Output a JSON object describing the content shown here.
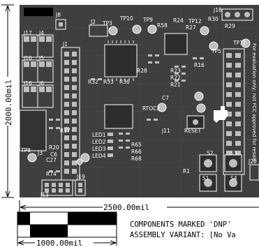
{
  "board": {
    "colors": {
      "substrate": "#3f3f3f",
      "silkscreen": "#ffffff",
      "pad": "#bfbfbf",
      "dimension": "#000000"
    },
    "labels": [
      {
        "id": "J8",
        "text": "J8"
      },
      {
        "id": "J2",
        "text": "J2"
      },
      {
        "id": "TP3",
        "text": "TP3"
      },
      {
        "id": "TP10",
        "text": "TP10"
      },
      {
        "id": "TP9",
        "text": "TP9"
      },
      {
        "id": "R58",
        "text": "R58"
      },
      {
        "id": "R24",
        "text": "R24"
      },
      {
        "id": "TP12",
        "text": "TP12"
      },
      {
        "id": "R30",
        "text": "R30"
      },
      {
        "id": "J18",
        "text": "J18"
      },
      {
        "id": "R29",
        "text": "R29"
      },
      {
        "id": "R27",
        "text": "R27"
      },
      {
        "id": "TP11",
        "text": "TP11"
      },
      {
        "id": "TP5",
        "text": "TP5"
      },
      {
        "id": "J17",
        "text": "J17"
      },
      {
        "id": "J4",
        "text": "J4"
      },
      {
        "id": "J1",
        "text": "J1"
      },
      {
        "id": "J10",
        "text": "J10"
      },
      {
        "id": "J5",
        "text": "J5"
      },
      {
        "id": "J16",
        "text": "J16"
      },
      {
        "id": "J6",
        "text": "J6"
      },
      {
        "id": "R32",
        "text": "R32"
      },
      {
        "id": "R33",
        "text": "R33"
      },
      {
        "id": "R36",
        "text": "R36"
      },
      {
        "id": "R28",
        "text": "R28"
      },
      {
        "id": "R23",
        "text": "R23"
      },
      {
        "id": "R22",
        "text": "R22"
      },
      {
        "id": "R21",
        "text": "R21"
      },
      {
        "id": "R16",
        "text": "R16"
      },
      {
        "id": "RTOC2",
        "text": "RTOC2"
      },
      {
        "id": "C7",
        "text": "C7"
      },
      {
        "id": "RESET",
        "text": "RESET"
      },
      {
        "id": "R17",
        "text": "R17"
      },
      {
        "id": "TP8",
        "text": "TP8"
      },
      {
        "id": "J3",
        "text": "J3"
      },
      {
        "id": "R20",
        "text": "R20"
      },
      {
        "id": "C27",
        "text": "C27"
      },
      {
        "id": "C6",
        "text": "C6"
      },
      {
        "id": "R74",
        "text": "R74"
      },
      {
        "id": "J13",
        "text": "J13"
      },
      {
        "id": "J19",
        "text": "J19"
      },
      {
        "id": "R65",
        "text": "R65"
      },
      {
        "id": "R66",
        "text": "R66"
      },
      {
        "id": "R68",
        "text": "R68"
      },
      {
        "id": "LED1",
        "text": "LED1"
      },
      {
        "id": "LED2",
        "text": "LED2"
      },
      {
        "id": "LED3",
        "text": "LED3"
      },
      {
        "id": "LED4",
        "text": "LED4"
      },
      {
        "id": "S1",
        "text": "S1"
      },
      {
        "id": "S2",
        "text": "S2"
      },
      {
        "id": "S3",
        "text": "S3"
      },
      {
        "id": "S4",
        "text": "S4"
      },
      {
        "id": "R1",
        "text": "R1"
      },
      {
        "id": "J11",
        "text": "J11"
      },
      {
        "id": "J20",
        "text": "J20"
      }
    ],
    "side_note": "For evaluation only; not FCC approved for resale"
  },
  "dimensions": {
    "height": "2000.00mil",
    "width": "2500.00mil",
    "scale": "1000.00mil"
  },
  "notes": {
    "line1": "COMPONENTS MARKED 'DNP'",
    "line2": "ASSEMBLY VARIANT: [No Va"
  }
}
